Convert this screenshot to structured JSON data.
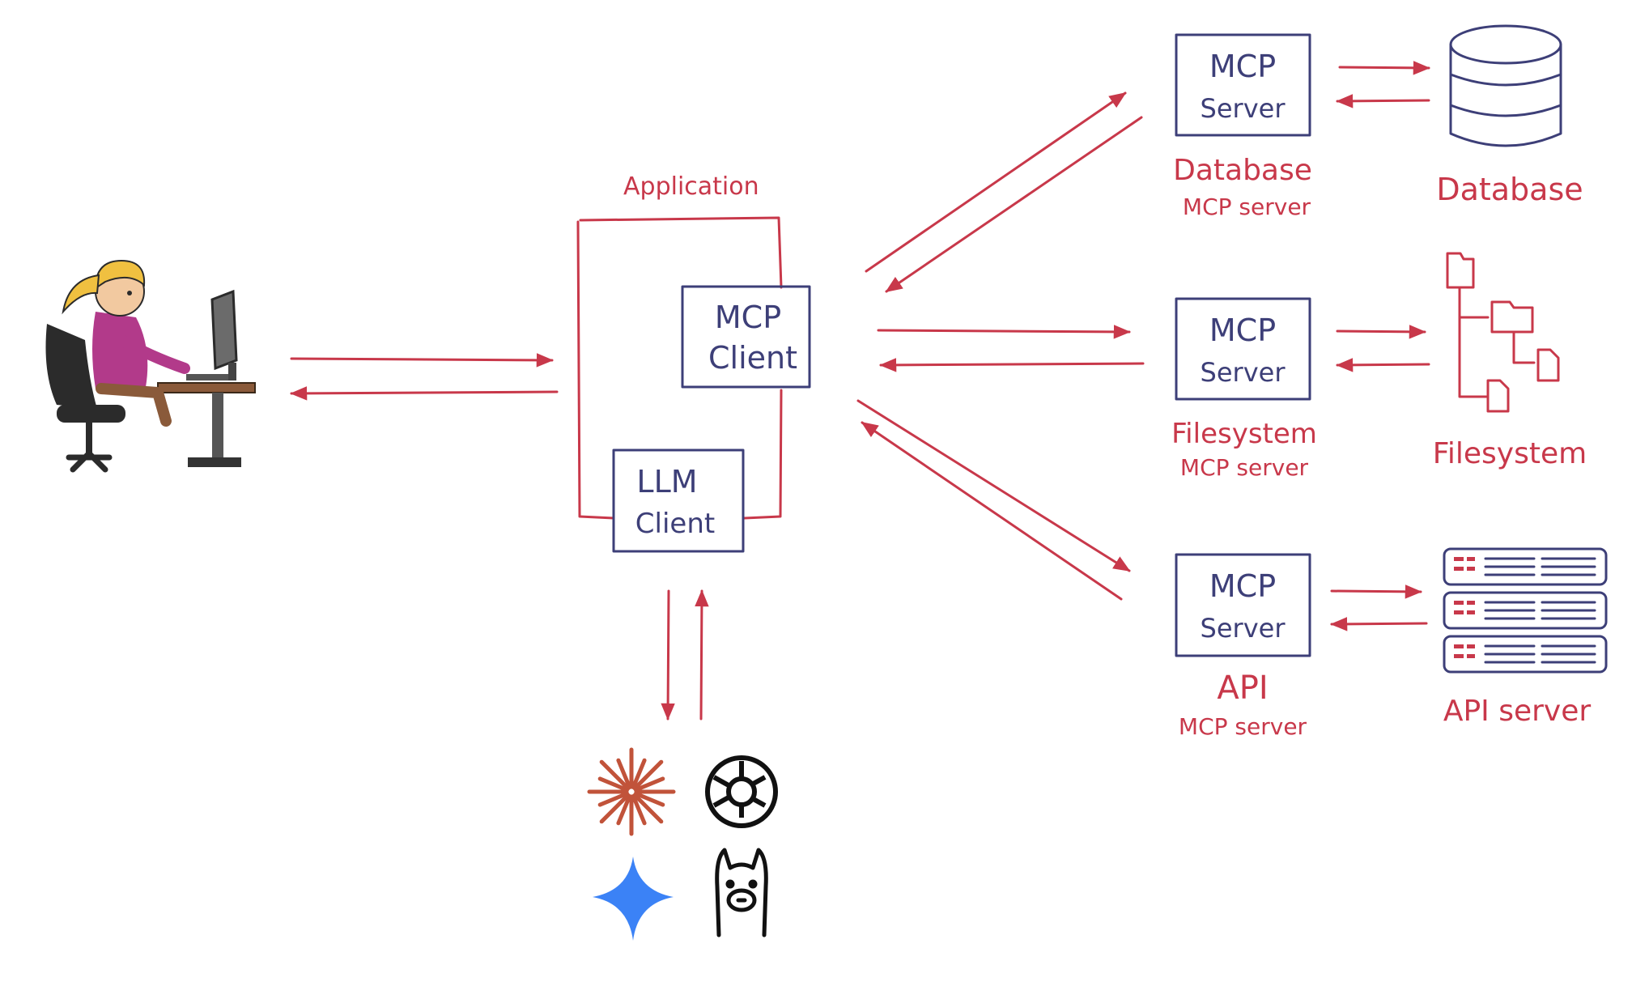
{
  "application": {
    "label": "Application"
  },
  "mcp_client": {
    "line1": "MCP",
    "line2": "Client"
  },
  "llm_client": {
    "line1": "LLM",
    "line2": "Client"
  },
  "servers": [
    {
      "box_line1": "MCP",
      "box_line2": "Server",
      "caption1": "Database",
      "caption2": "MCP server",
      "resource_label": "Database"
    },
    {
      "box_line1": "MCP",
      "box_line2": "Server",
      "caption1": "Filesystem",
      "caption2": "MCP server",
      "resource_label": "Filesystem"
    },
    {
      "box_line1": "MCP",
      "box_line2": "Server",
      "caption1": "API",
      "caption2": "MCP server",
      "resource_label": "API server"
    }
  ],
  "llm_icons": [
    "claude-starburst-icon",
    "openai-knot-icon",
    "gemini-sparkle-icon",
    "ollama-llama-icon"
  ],
  "colors": {
    "red": "#c8384a",
    "navy": "#3d3f78",
    "claude": "#c1533a",
    "gemini": "#3b82f6"
  }
}
